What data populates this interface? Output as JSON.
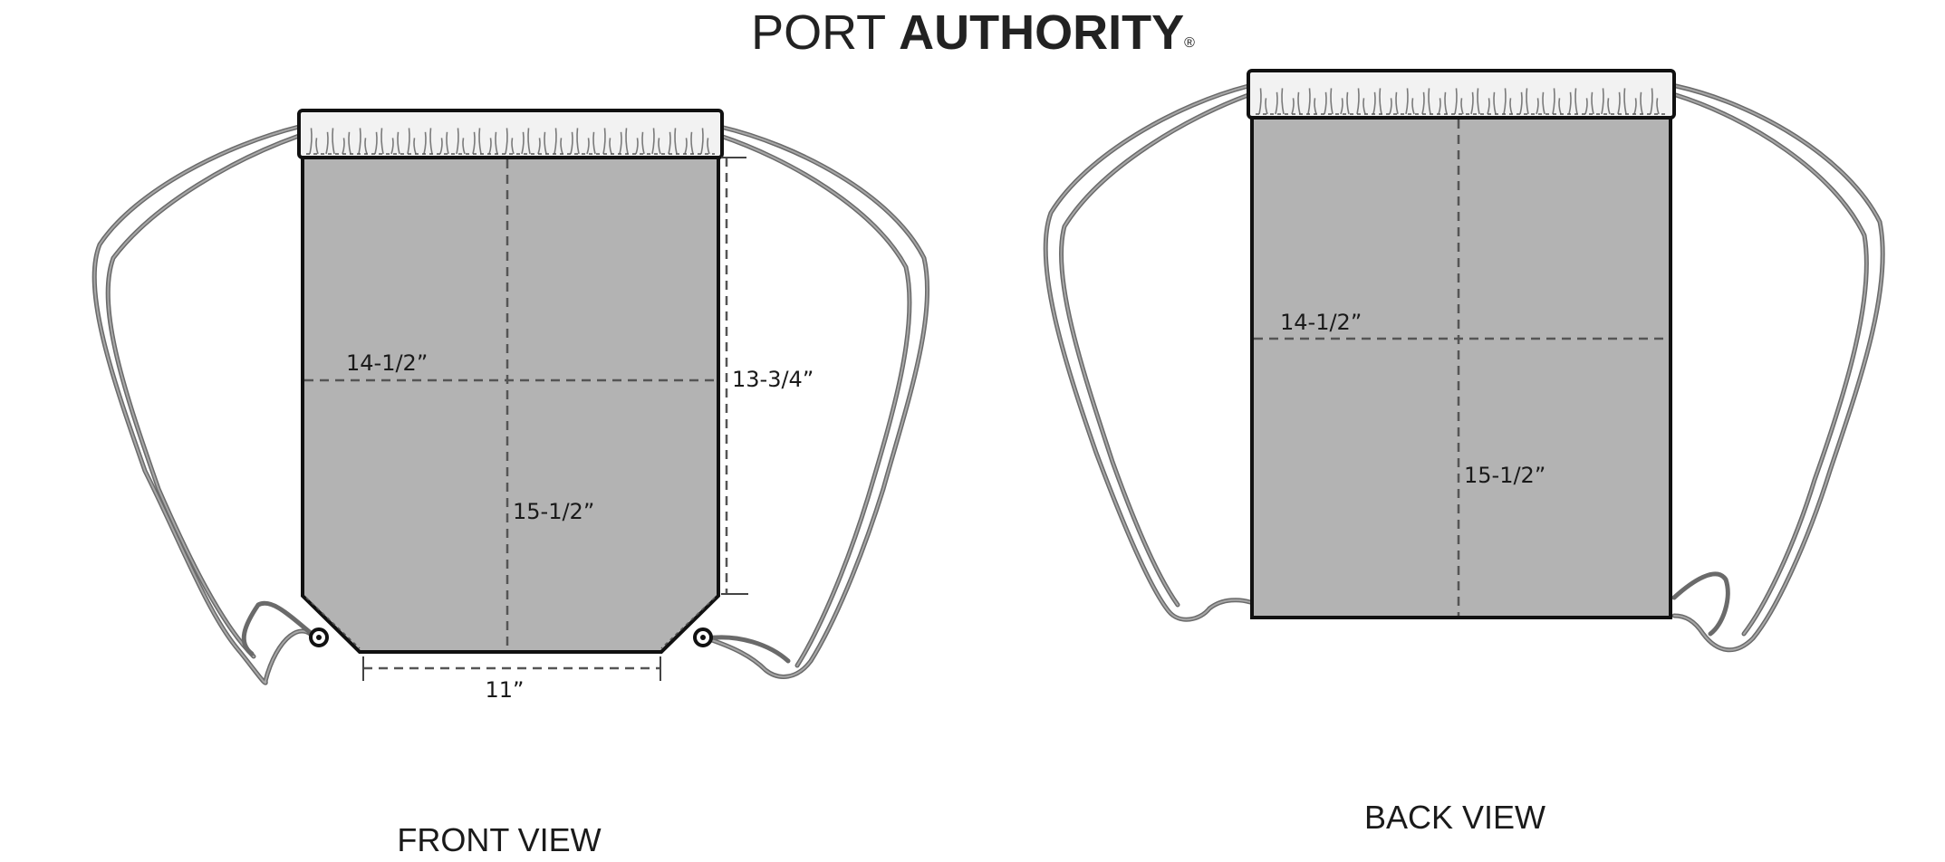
{
  "brand": {
    "light": "PORT ",
    "strong": "AUTHORITY",
    "registered_mark": "®"
  },
  "front_view": {
    "label": "FRONT VIEW",
    "dimensions": {
      "width_label": "14-1/2”",
      "height_label": "15-1/2”",
      "side_height_label": "13-3/4”",
      "bottom_width_label": "11”"
    }
  },
  "back_view": {
    "label": "BACK VIEW",
    "dimensions": {
      "width_label": "14-1/2”",
      "height_label": "15-1/2”"
    }
  },
  "colors": {
    "bag_fill": "#b3b3b3",
    "outline": "#111111",
    "cord": "#6a6a6a",
    "casing": "#f2f2f2"
  }
}
